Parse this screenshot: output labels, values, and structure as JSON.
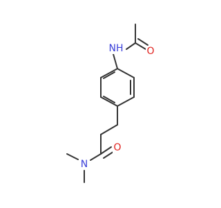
{
  "molecule": {
    "atoms": {
      "nh": {
        "label": "NH",
        "color": "#3b40d9"
      },
      "o_acetyl": {
        "label": "O",
        "color": "#e0211d"
      },
      "n_amide": {
        "label": "N",
        "color": "#3b40d9"
      },
      "o_amide": {
        "label": "O",
        "color": "#e0211d"
      }
    },
    "bond_color": "#333333"
  }
}
